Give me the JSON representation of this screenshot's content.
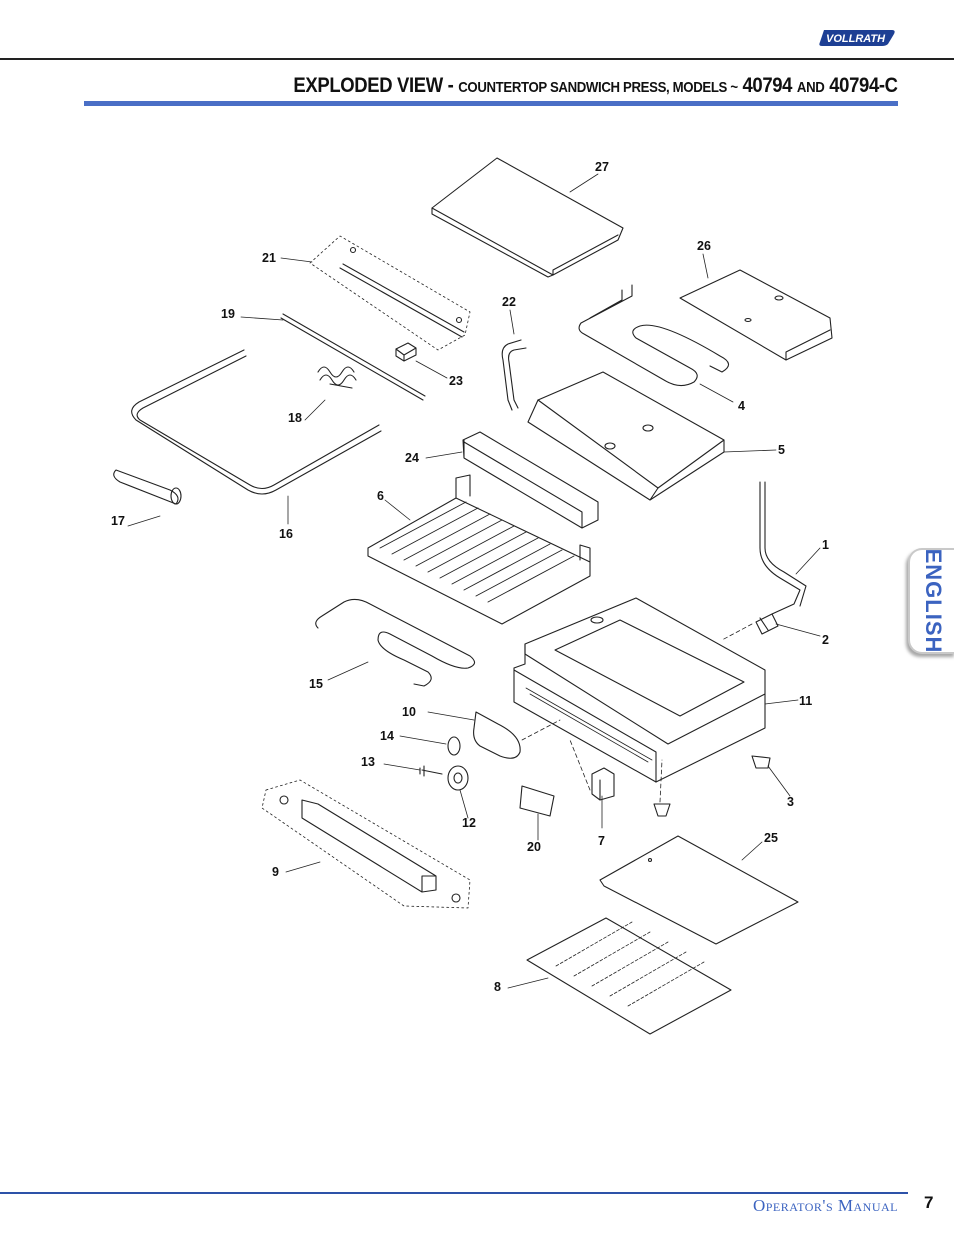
{
  "header": {
    "brand": "VOLLRATH",
    "title_main": "EXPLODED VIEW -",
    "title_product": "Countertop Sandwich Press, Models ~",
    "title_model_a": "40794",
    "title_and": "and",
    "title_model_b": "40794-C"
  },
  "side_tab": {
    "label": "ENGLISH"
  },
  "callouts": [
    "1",
    "2",
    "3",
    "4",
    "5",
    "6",
    "7",
    "8",
    "9",
    "10",
    "11",
    "12",
    "13",
    "14",
    "15",
    "16",
    "17",
    "18",
    "19",
    "20",
    "21",
    "22",
    "23",
    "24",
    "25",
    "26",
    "27"
  ],
  "footer": {
    "manual": "Operator's Manual",
    "page": "7"
  },
  "colors": {
    "accent_blue": "#3b63c0",
    "title_rule": "#4a6fc6",
    "line": "#222222"
  }
}
